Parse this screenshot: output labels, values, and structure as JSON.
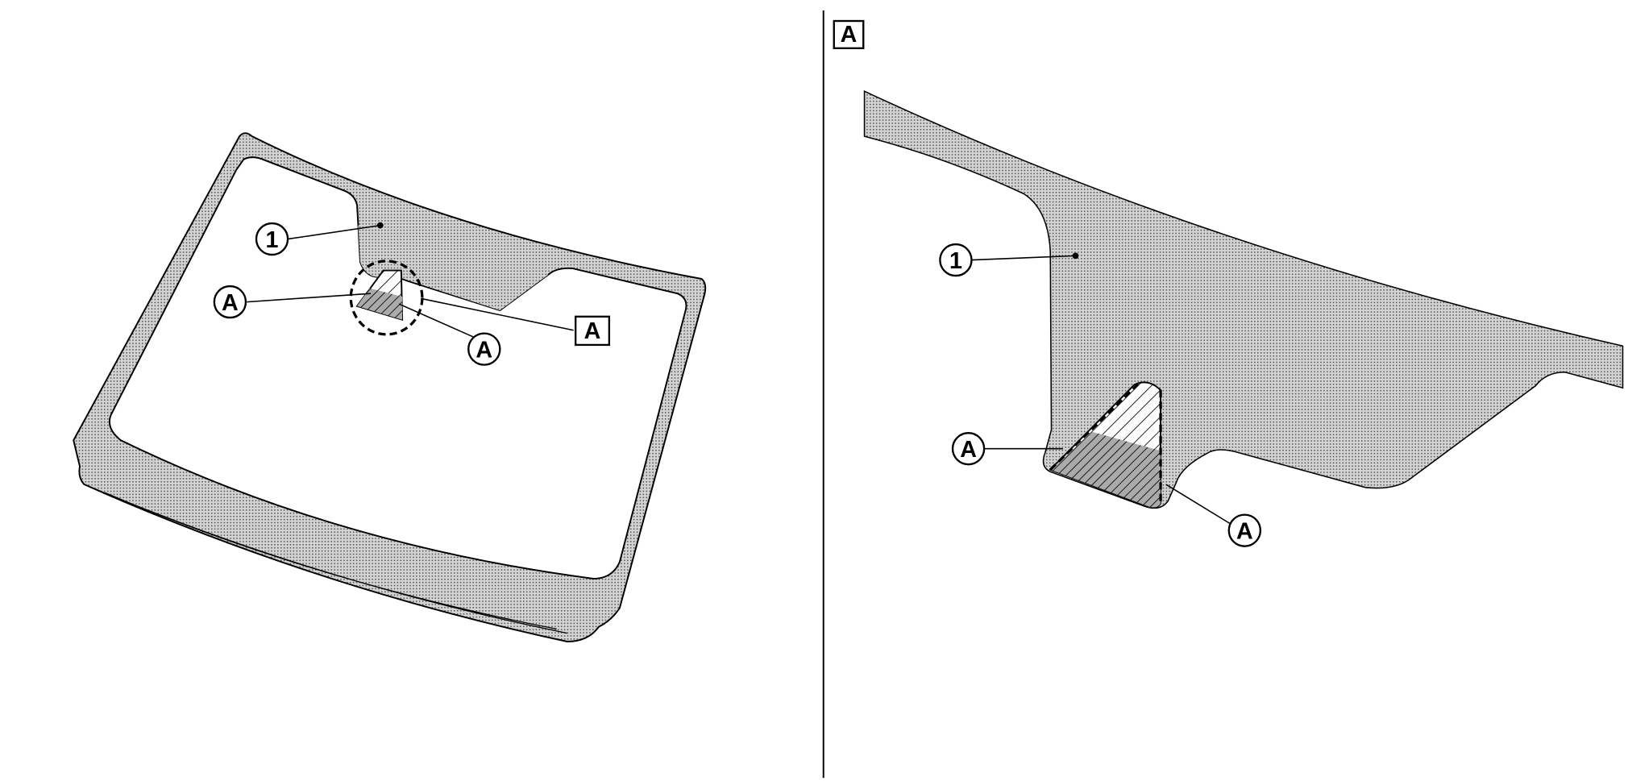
{
  "colors": {
    "stipple": "#b5b5b5",
    "line": "#000000",
    "background": "#ffffff"
  },
  "left_view": {
    "callout_part": "1",
    "callout_area_left": "A",
    "callout_area_right": "A",
    "detail_ref": "A"
  },
  "right_view": {
    "detail_title": "A",
    "callout_part": "1",
    "callout_area_left": "A",
    "callout_area_right": "A"
  }
}
